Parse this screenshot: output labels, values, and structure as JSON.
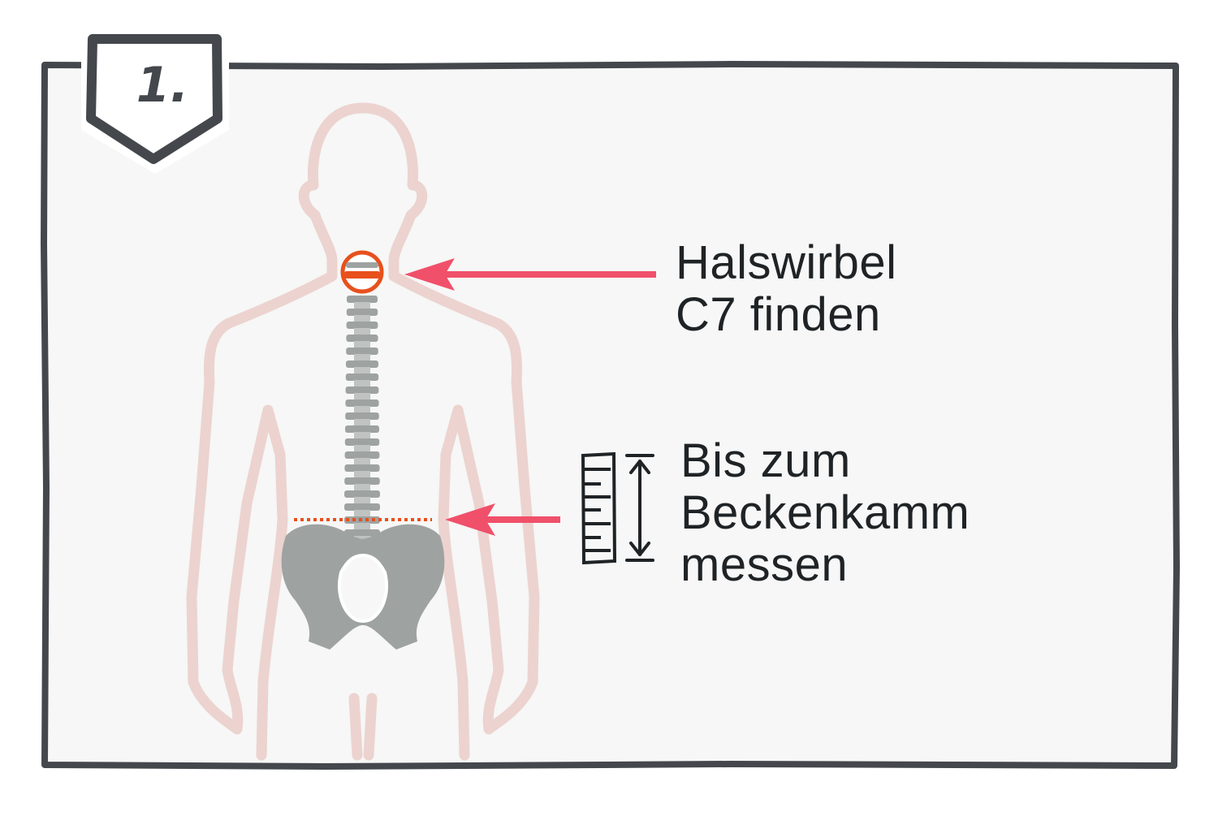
{
  "step": {
    "number": "1."
  },
  "labels": {
    "c7": {
      "line1": "Halswirbel",
      "line2": "C7 finden"
    },
    "becken": {
      "line1": "Bis zum",
      "line2": "Beckenkamm",
      "line3": "messen"
    }
  },
  "colors": {
    "frame": "#44484d",
    "panel_bg": "#f6f7f6",
    "body_outline": "#ecd3cf",
    "bone": "#9ea3a1",
    "highlight": "#e8501c",
    "arrow": "#f0506a",
    "text": "#1f2326"
  },
  "icons": {
    "ruler": "ruler-icon",
    "measure": "double-arrow-icon"
  }
}
